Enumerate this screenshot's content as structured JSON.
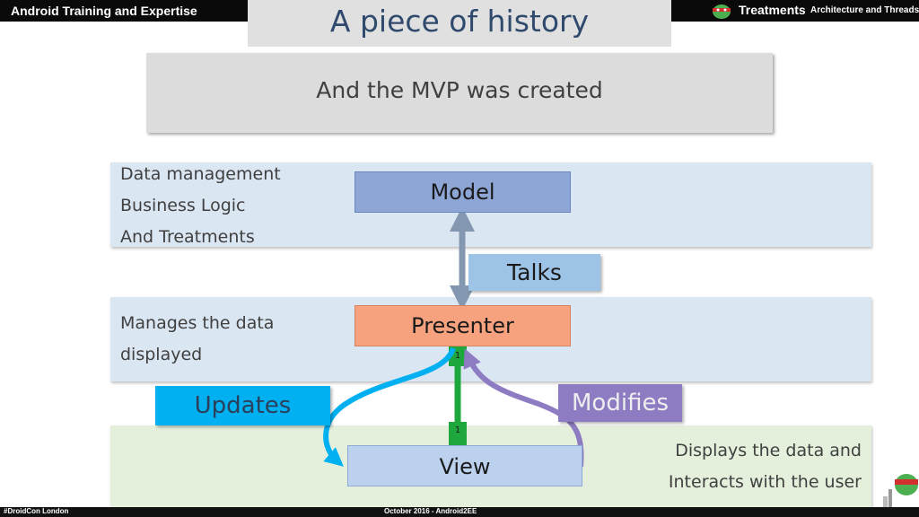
{
  "header": {
    "left_title": "Android Training and Expertise",
    "right_title": "Treatments",
    "right_subtitle": "Architecture and Threads"
  },
  "slide": {
    "title": "A piece of history",
    "subtitle": "And the MVP was created"
  },
  "layers": {
    "model": {
      "lines": [
        "Data management",
        "Business Logic",
        "And Treatments"
      ]
    },
    "presenter": {
      "lines": [
        "Manages the data",
        "displayed"
      ]
    },
    "view": {
      "lines": [
        "Displays the data and",
        "Interacts with the user"
      ]
    }
  },
  "nodes": {
    "model": "Model",
    "presenter": "Presenter",
    "view": "View"
  },
  "labels": {
    "talks": "Talks",
    "updates": "Updates",
    "modifies": "Modifies"
  },
  "multiplicity": {
    "presenter_end": "1",
    "view_end": "1"
  },
  "footer": {
    "left": "#DroidCon London",
    "center": "October 2016 - Android2EE"
  },
  "colors": {
    "model_box": "#8ea6d6",
    "presenter_box": "#f7a27e",
    "view_box": "#bcd1ee",
    "updates_arrow": "#00b0f0",
    "modifies_arrow": "#8e7cc3",
    "link_line": "#1ea73c",
    "talks_arrow": "#8497b0"
  }
}
